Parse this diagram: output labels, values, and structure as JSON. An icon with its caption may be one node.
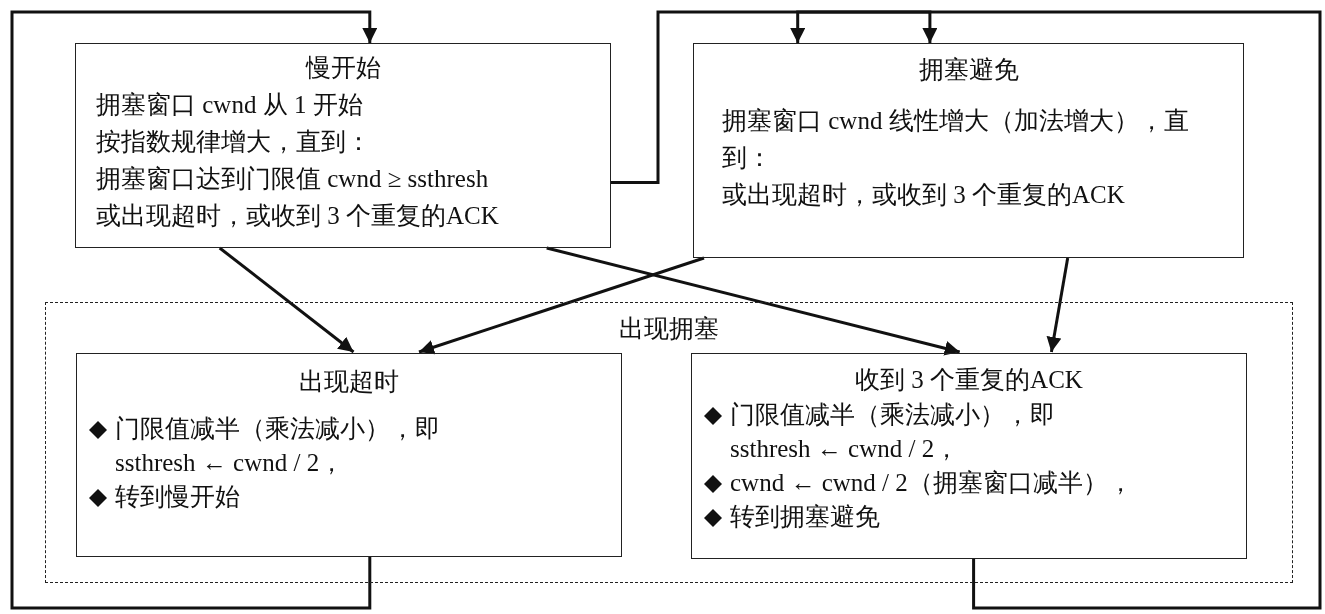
{
  "diagram": {
    "nodes": [
      {
        "text": [
          "慢开始",
          "拥塞窗口 cwnd 从 1 开始",
          "按指数规律增大，直到：",
          "拥塞窗口达到门限值 cwnd ≥ ssthresh",
          "或出现超时，或收到 3 个重复的ACK"
        ]
      },
      {
        "text": [
          "拥塞避免",
          "拥塞窗口 cwnd 线性增大（加法增大），直到：",
          "或出现超时，或收到 3 个重复的ACK"
        ]
      },
      {
        "text": [
          "出现拥塞"
        ]
      },
      {
        "text": [
          "出现超时",
          "门限值减半（乘法减小），即 ssthresh ← cwnd / 2，",
          "转到慢开始"
        ],
        "in": 2
      },
      {
        "text": [
          "收到 3 个重复的ACK",
          "门限值减半（乘法减小），即 ssthresh ← cwnd / 2，",
          "cwnd ← cwnd / 2（拥塞窗口减半），",
          "转到拥塞避免"
        ],
        "in": 2
      }
    ],
    "edges": [
      {
        "from": 0,
        "to": 1,
        "arrow": "to"
      },
      {
        "from": 0,
        "to": 3,
        "arrow": "to"
      },
      {
        "from": 0,
        "to": 4,
        "arrow": "to"
      },
      {
        "from": 1,
        "to": 3,
        "arrow": "to"
      },
      {
        "from": 1,
        "to": 4,
        "arrow": "to"
      },
      {
        "from": 3,
        "to": 0,
        "arrow": "to"
      },
      {
        "from": 4,
        "to": 1,
        "arrow": "to"
      }
    ]
  }
}
